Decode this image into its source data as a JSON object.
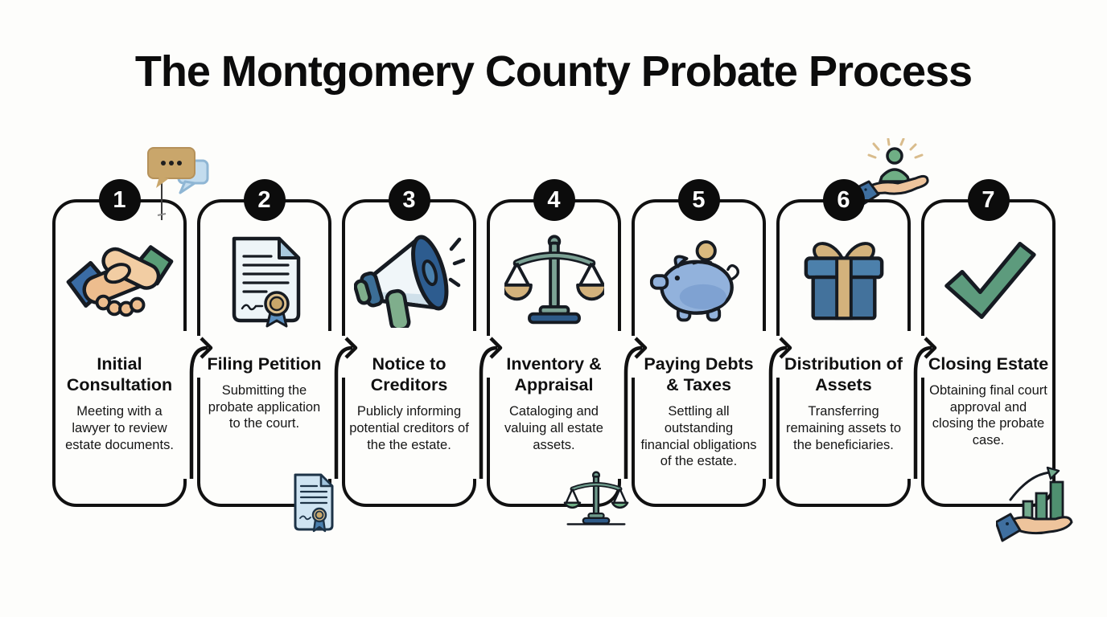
{
  "title": "The Montgomery County Probate Process",
  "steps": [
    {
      "number": "1",
      "title": "Initial Consultation",
      "description": "Meeting with a lawyer to review estate documents.",
      "icon": "handshake-icon"
    },
    {
      "number": "2",
      "title": "Filing Petition",
      "description": "Submitting the probate application to the court.",
      "icon": "sealed-document-icon"
    },
    {
      "number": "3",
      "title": "Notice to Creditors",
      "description": "Publicly informing potential creditors of the the estate.",
      "icon": "megaphone-icon"
    },
    {
      "number": "4",
      "title": "Inventory & Appraisal",
      "description": "Cataloging and valuing all estate assets.",
      "icon": "scales-icon"
    },
    {
      "number": "5",
      "title": "Paying Debts & Taxes",
      "description": "Settling all outstanding financial obligations of the estate.",
      "icon": "piggy-bank-icon"
    },
    {
      "number": "6",
      "title": "Distribution of Assets",
      "description": "Transferring remaining assets to the beneficiaries.",
      "icon": "gift-box-icon"
    },
    {
      "number": "7",
      "title": "Closing Estate",
      "description": "Obtaining final court approval and closing the probate case.",
      "icon": "checkmark-icon"
    }
  ],
  "decorations": [
    "chat-bubbles-icon",
    "giving-hand-icon",
    "document-stamp-icon",
    "small-scales-icon",
    "growth-chart-hand-icon"
  ],
  "colors": {
    "background": "#fdfdfb",
    "outline": "#111111",
    "circle": "#0c0c0c",
    "blue": "#3a6ca5",
    "steel_blue": "#4c80ab",
    "light_blue": "#c3dcee",
    "green": "#5d9b7d",
    "sage": "#7ca295",
    "tan": "#d3b27c",
    "skin": "#eec49c",
    "piggy_blue": "#92b2dc",
    "navy": "#2d5c8f"
  }
}
